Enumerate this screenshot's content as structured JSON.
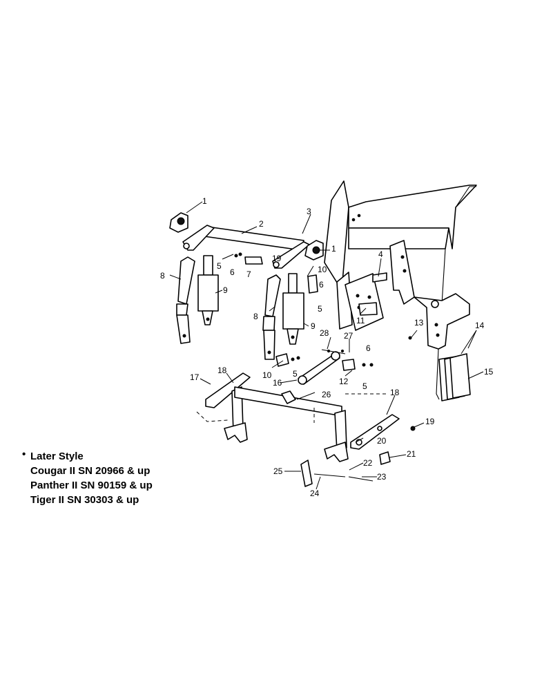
{
  "diagram": {
    "callouts": [
      "1",
      "2",
      "3",
      "1",
      "4",
      "5",
      "6",
      "7",
      "19",
      "10",
      "8",
      "9",
      "6",
      "5",
      "8",
      "9",
      "28",
      "27",
      "6",
      "11",
      "13",
      "14",
      "15",
      "10",
      "5",
      "16",
      "12",
      "5",
      "17",
      "18",
      "26",
      "18",
      "19",
      "20",
      "21",
      "22",
      "23",
      "25",
      "24"
    ]
  },
  "notes": {
    "bullet": "•",
    "lines": [
      "Later Style",
      "Cougar II SN 20966 & up",
      "Panther II SN 90159 & up",
      "Tiger II SN 30303 & up"
    ]
  }
}
